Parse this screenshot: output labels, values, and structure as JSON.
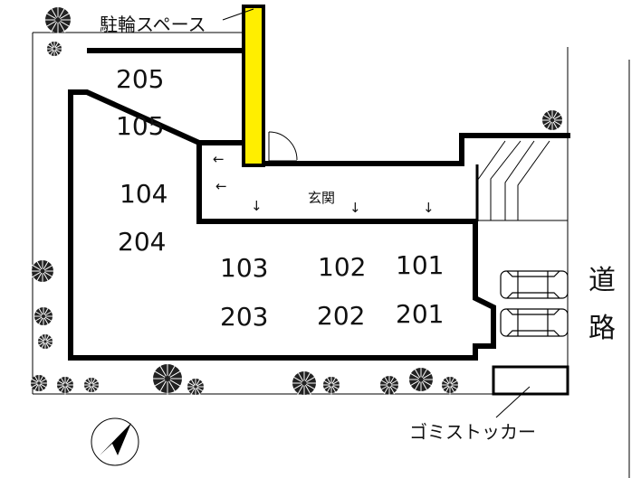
{
  "labels": {
    "bicycle_parking": "駐輪スペース",
    "entrance": "玄関",
    "garbage_stocker": "ゴミストッカー",
    "road_1": "道",
    "road_2": "路"
  },
  "units": {
    "u205": "205",
    "u105": "105",
    "u104": "104",
    "u204": "204",
    "u103": "103",
    "u203": "203",
    "u102": "102",
    "u202": "202",
    "u101": "101",
    "u201": "201"
  },
  "arrows": {
    "left": "←",
    "down": "↓"
  },
  "colors": {
    "bicycle_parking": "#ffee00",
    "walls": "#000000",
    "trees": "#222222"
  },
  "icons": {
    "compass": "north-arrow-icon",
    "tree": "tree-icon",
    "car": "car-icon",
    "door": "door-swing-icon"
  }
}
